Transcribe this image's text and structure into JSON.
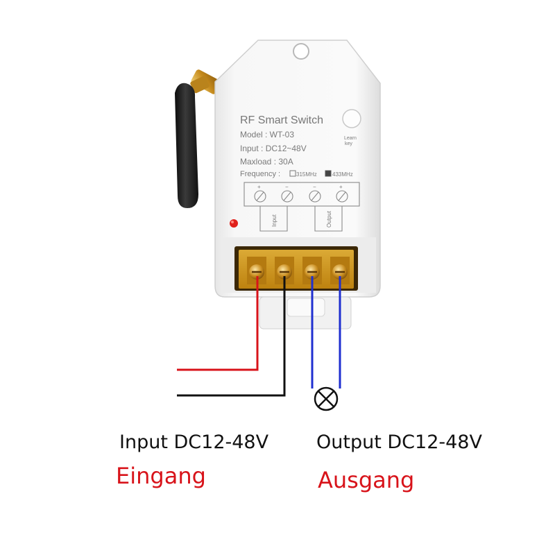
{
  "device": {
    "title": "RF Smart Switch",
    "model": "Model : WT-03",
    "input": "Input : DC12~48V",
    "maxload": "Maxload : 30A",
    "frequency_label": "Frequency :",
    "freq_option_1": "315MHz",
    "freq_option_2": "433MHz",
    "freq_selected": "433MHz",
    "learn_key": [
      "Learn",
      "key"
    ],
    "terminal_signs": [
      "+",
      "−",
      "−",
      "+"
    ],
    "input_label": "Input",
    "output_label": "Output"
  },
  "captions": {
    "input_en": "Input DC12-48V",
    "input_de": "Eingang",
    "output_en": "Output DC12-48V",
    "output_de": "Ausgang"
  },
  "colors": {
    "wire_positive": "#d8131a",
    "wire_negative": "#111111",
    "wire_output": "#1f2fd0",
    "terminal_block": "#d9a015",
    "caption_de": "#d8131a"
  },
  "icons": {
    "load": "lamp-symbol-icon",
    "led": "led-indicator-icon",
    "antenna": "antenna-icon"
  }
}
